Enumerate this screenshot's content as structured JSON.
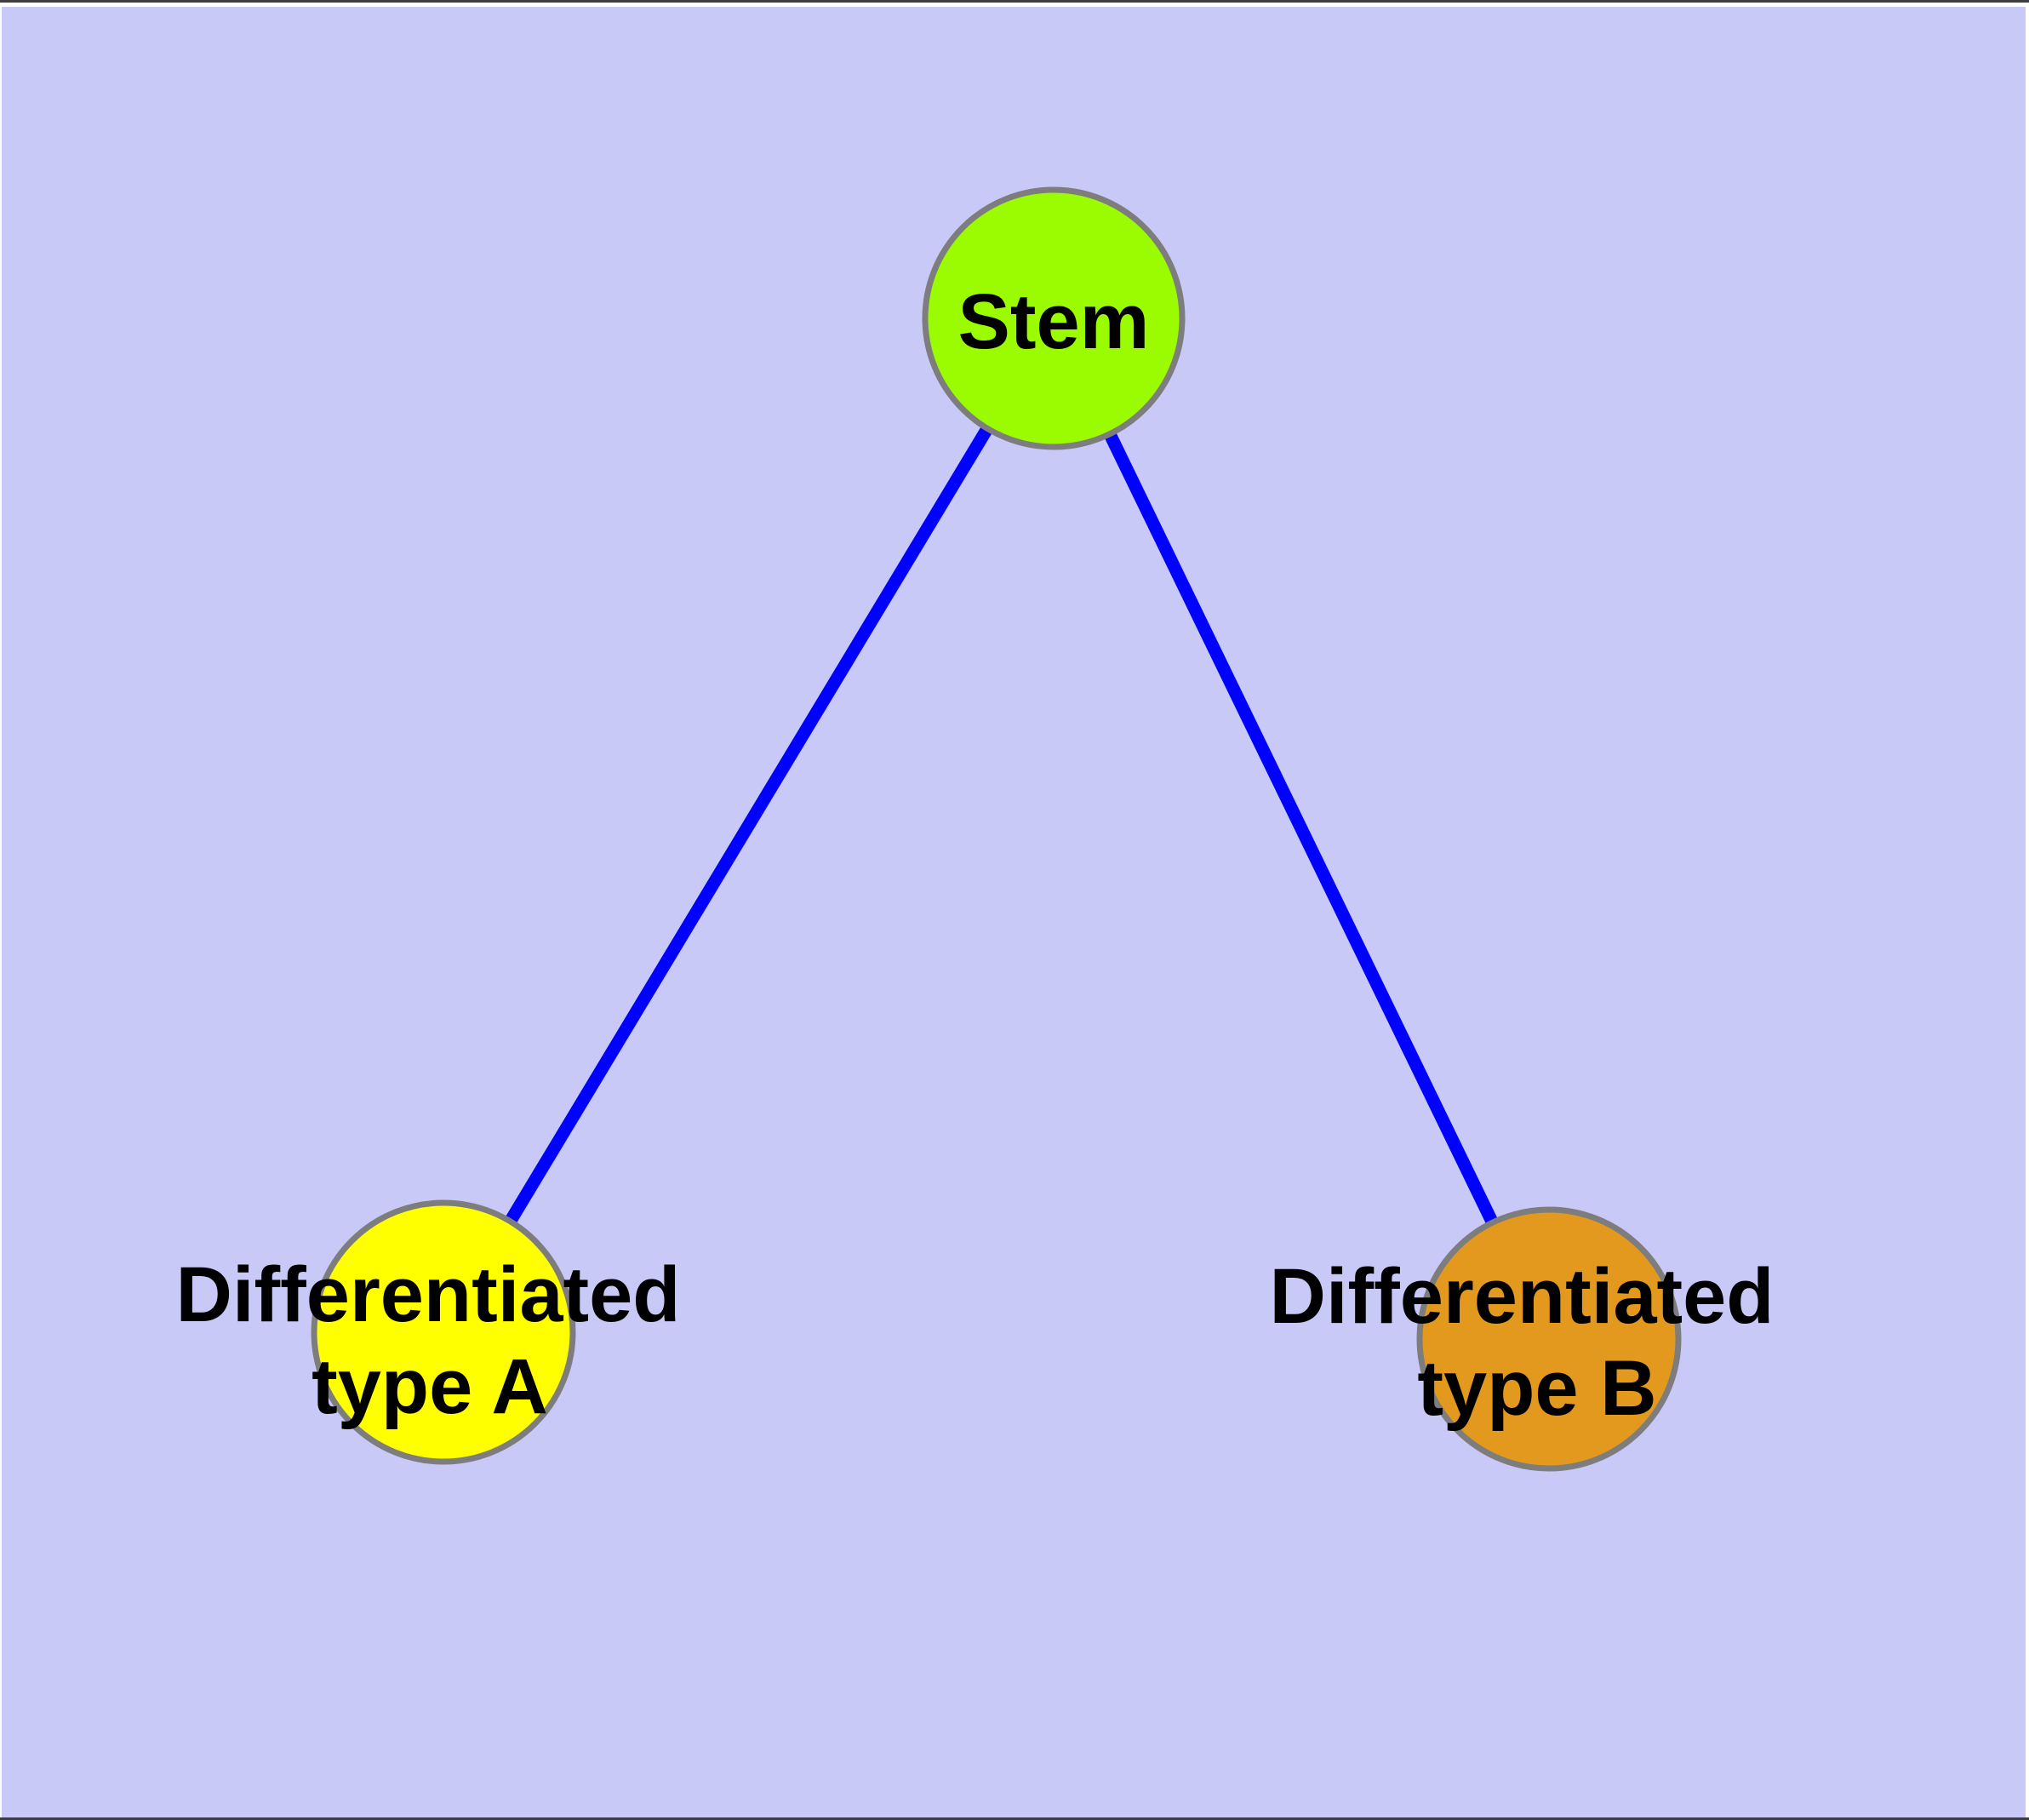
{
  "diagram": {
    "type": "node-link-graph",
    "background_color": "#c9c9f8",
    "frame_color": "#3e3e3e",
    "edge_color": "#0101fe",
    "node_border_color": "#7d7d7d",
    "label_color": "#000000",
    "nodes": [
      {
        "id": "stem",
        "label": "Stem",
        "fill": "#9bfb00"
      },
      {
        "id": "differentiated-type-a",
        "label": "Differentiated type A",
        "line1": "Differentiated",
        "line2": "type A",
        "fill": "#ffff00"
      },
      {
        "id": "differentiated-type-b",
        "label": "Differentiated type B",
        "line1": "Differentiated",
        "line2": "type B",
        "fill": "#e2991e"
      }
    ],
    "edges": [
      {
        "from": "Stem",
        "to": "Differentiated type A"
      },
      {
        "from": "Stem",
        "to": "Differentiated type B"
      }
    ]
  }
}
